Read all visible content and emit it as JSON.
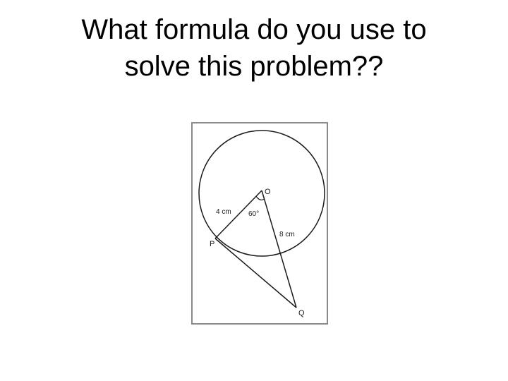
{
  "slide": {
    "title_line1": "What formula do you use to",
    "title_line2": "solve this problem??"
  },
  "figure": {
    "points": {
      "center": "O",
      "tangent_point": "P",
      "external_point": "Q"
    },
    "labels": {
      "radius_op": "4 cm",
      "angle_pog": "60°",
      "length_oq": "8 cm"
    },
    "colors": {
      "stroke": "#1a1a1a",
      "frame": "#8a8a8a"
    }
  }
}
